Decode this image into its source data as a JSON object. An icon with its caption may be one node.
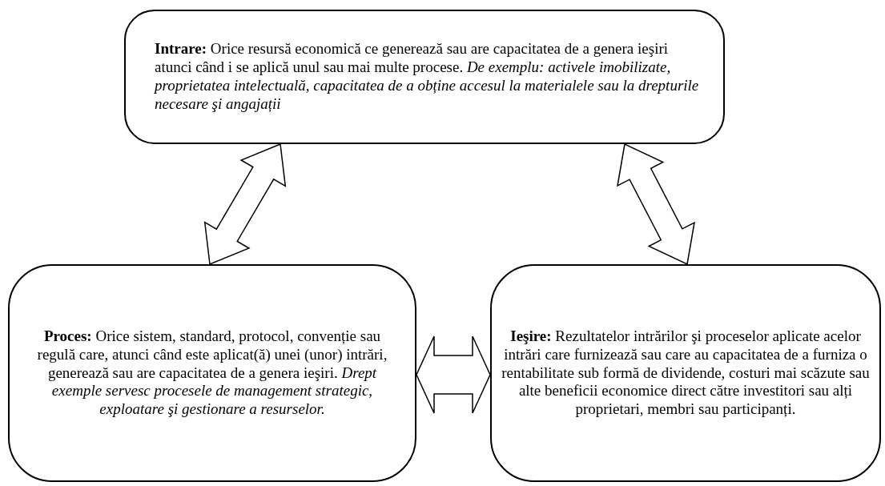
{
  "diagram": {
    "nodes": [
      {
        "text": [
          "**Intrare:** Orice resursă economică ce generează sau are capacitatea de a genera ieşiri atunci când i se aplică unul sau mai multe procese. *De exemplu: activele imobilizate, proprietatea intelectuală, capacitatea de a obține accesul la materialele sau la drepturile necesare şi angajații*"
        ]
      },
      {
        "text": [
          "**Proces:** Orice sistem, standard, protocol, convenție sau regulă care, atunci când este aplicat(ă) unei (unor) intrări, generează sau are capacitatea de a genera ieşiri. *Drept exemple servesc procesele de management strategic, exploatare şi gestionare a resurselor.*"
        ]
      },
      {
        "text": [
          "**Ieşire:** Rezultatelor intrărilor şi proceselor aplicate acelor intrări care furnizează sau care au capacitatea de a furniza o rentabilitate sub formă de dividende, costuri mai scăzute sau alte beneficii economice direct către investitori sau alți proprietari, membri sau participanți."
        ]
      }
    ],
    "edges": [
      {
        "from": 0,
        "to": 1,
        "arrow": "both"
      },
      {
        "from": 0,
        "to": 2,
        "arrow": "both"
      },
      {
        "from": 1,
        "to": 2,
        "arrow": "both"
      }
    ]
  }
}
